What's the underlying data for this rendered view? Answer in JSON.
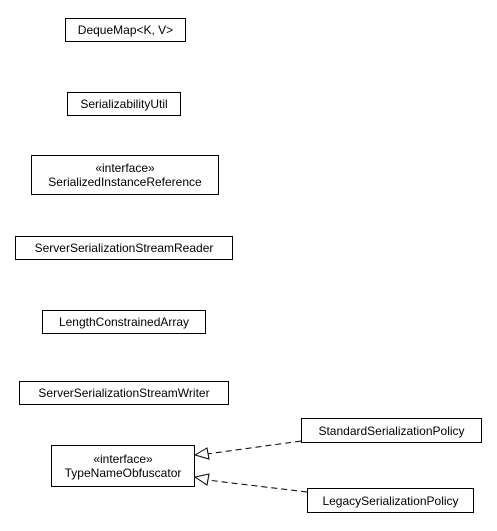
{
  "classes": {
    "deque_map": {
      "name": "DequeMap<K, V>"
    },
    "serializability_util": {
      "name": "SerializabilityUtil"
    },
    "serialized_instance_reference": {
      "stereotype": "«interface»",
      "name": "SerializedInstanceReference"
    },
    "server_serialization_stream_reader": {
      "name": "ServerSerializationStreamReader"
    },
    "length_constrained_array": {
      "name": "LengthConstrainedArray"
    },
    "server_serialization_stream_writer": {
      "name": "ServerSerializationStreamWriter"
    },
    "type_name_obfuscator": {
      "stereotype": "«interface»",
      "name": "TypeNameObfuscator"
    },
    "standard_serialization_policy": {
      "name": "StandardSerializationPolicy"
    },
    "legacy_serialization_policy": {
      "name": "LegacySerializationPolicy"
    }
  },
  "relationships": [
    {
      "from": "StandardSerializationPolicy",
      "to": "TypeNameObfuscator",
      "type": "realization",
      "line": "dashed",
      "arrowhead": "hollow-triangle"
    },
    {
      "from": "LegacySerializationPolicy",
      "to": "TypeNameObfuscator",
      "type": "realization",
      "line": "dashed",
      "arrowhead": "hollow-triangle"
    }
  ]
}
